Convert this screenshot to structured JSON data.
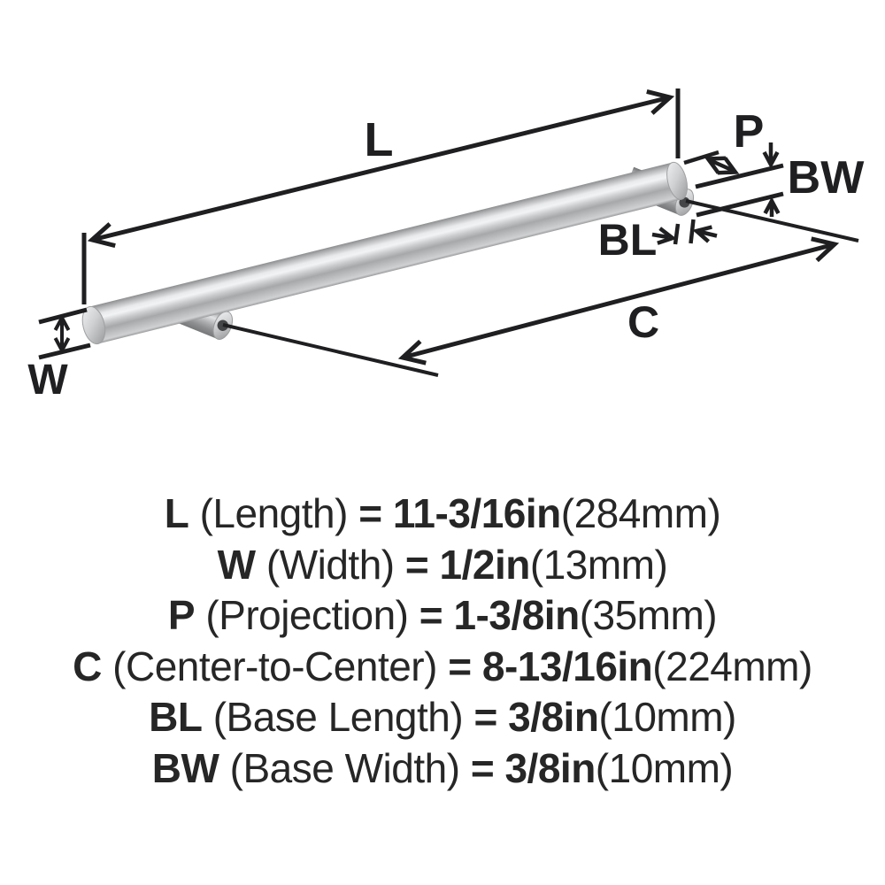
{
  "diagram": {
    "labels": {
      "length": "L",
      "width": "W",
      "projection": "P",
      "base_width": "BW",
      "base_length": "BL",
      "center_to_center": "C"
    },
    "colors": {
      "line": "#1f1f21",
      "metal_light": "#eff0f1",
      "metal_mid": "#b5b6b8",
      "metal_dark": "#77787a",
      "hole": "#454648"
    }
  },
  "specs": {
    "rows": [
      {
        "code": "L",
        "name": "(Length)",
        "eq": "=",
        "value_in": "11-3/16in",
        "value_mm": "(284mm)"
      },
      {
        "code": "W",
        "name": "(Width)",
        "eq": "=",
        "value_in": "1/2in",
        "value_mm": "(13mm)"
      },
      {
        "code": "P",
        "name": "(Projection)",
        "eq": "=",
        "value_in": "1-3/8in",
        "value_mm": "(35mm)"
      },
      {
        "code": "C",
        "name": "(Center-to-Center)",
        "eq": "=",
        "value_in": "8-13/16in",
        "value_mm": "(224mm)"
      },
      {
        "code": "BL",
        "name": "(Base Length)",
        "eq": "=",
        "value_in": "3/8in",
        "value_mm": "(10mm)"
      },
      {
        "code": "BW",
        "name": "(Base Width)",
        "eq": "=",
        "value_in": "3/8in",
        "value_mm": "(10mm)"
      }
    ]
  }
}
